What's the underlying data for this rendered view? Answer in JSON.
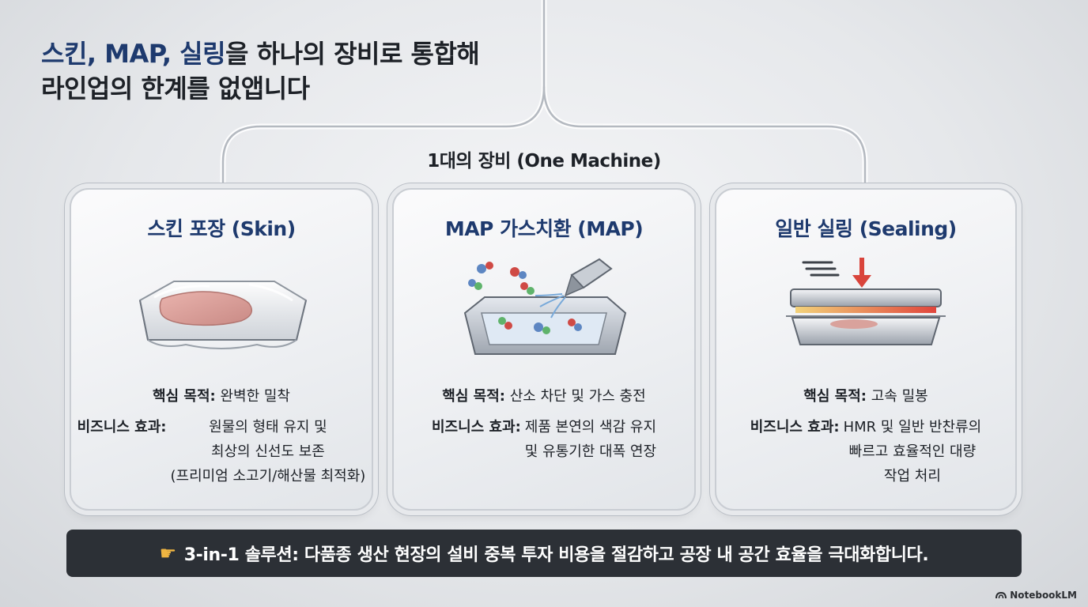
{
  "title": {
    "line1_accent1": "스킨, MAP, 실링",
    "line1_rest": "을 하나의 장비로 통합해",
    "line2": "라인업의 한계를 없앱니다"
  },
  "machine_label": "1대의 장비 (One Machine)",
  "cards": [
    {
      "title": "스킨 포장 (Skin)",
      "purpose_label": "핵심 목적:",
      "purpose_value": "완벽한 밀착",
      "effect_label": "비즈니스 효과:",
      "effect_value": "원물의 형태 유지 및\n최상의 신선도 보존\n(프리미엄 소고기/해산물 최적화)",
      "icon": "vacuum-skin-tray-icon"
    },
    {
      "title": "MAP 가스치환 (MAP)",
      "purpose_label": "핵심 목적:",
      "purpose_value": "산소 차단 및 가스 충전",
      "effect_label": "비즈니스 효과:",
      "effect_value": "제품 본연의 색감 유지\n및 유통기한 대폭 연장",
      "icon": "gas-flush-tray-icon"
    },
    {
      "title": "일반 실링 (Sealing)",
      "purpose_label": "핵심 목적:",
      "purpose_value": "고속 밀봉",
      "effect_label": "비즈니스 효과:",
      "effect_value": "HMR 및 일반 반찬류의\n빠르고 효율적인 대량\n작업 처리",
      "icon": "heat-seal-press-icon"
    }
  ],
  "banner": {
    "icon": "pointing-hand-icon",
    "text": "3-in-1 솔루션: 다품종 생산 현장의 설비 중복 투자 비용을 절감하고 공장 내 공간 효율을 극대화합니다."
  },
  "watermark": "NotebookLM",
  "colors": {
    "accent": "#1e3a6e",
    "banner_bg": "#2c3036",
    "background": "#e6e8eb"
  }
}
